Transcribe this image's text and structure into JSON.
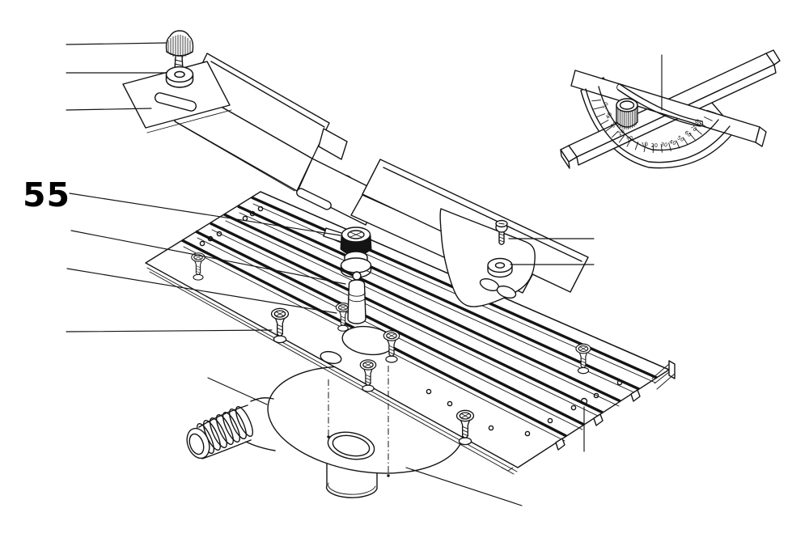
{
  "figure": {
    "background": "#ffffff",
    "line_color": "#141414"
  },
  "callout": {
    "number": "55"
  },
  "protractor": {
    "scale_labels": [
      "50",
      "40",
      "30",
      "20",
      "10",
      "10",
      "20",
      "30",
      "40",
      "50",
      "60",
      "70",
      "80"
    ]
  },
  "components": [
    "thumb-screw",
    "washer",
    "fence-extension-plate",
    "fence-assembly",
    "lock-knob",
    "pivot-pin",
    "flat-head-screws",
    "pan-head-screw",
    "bushing-washer",
    "mounting-bracket",
    "table-plate",
    "dust-extraction-port",
    "miter-protractor"
  ]
}
